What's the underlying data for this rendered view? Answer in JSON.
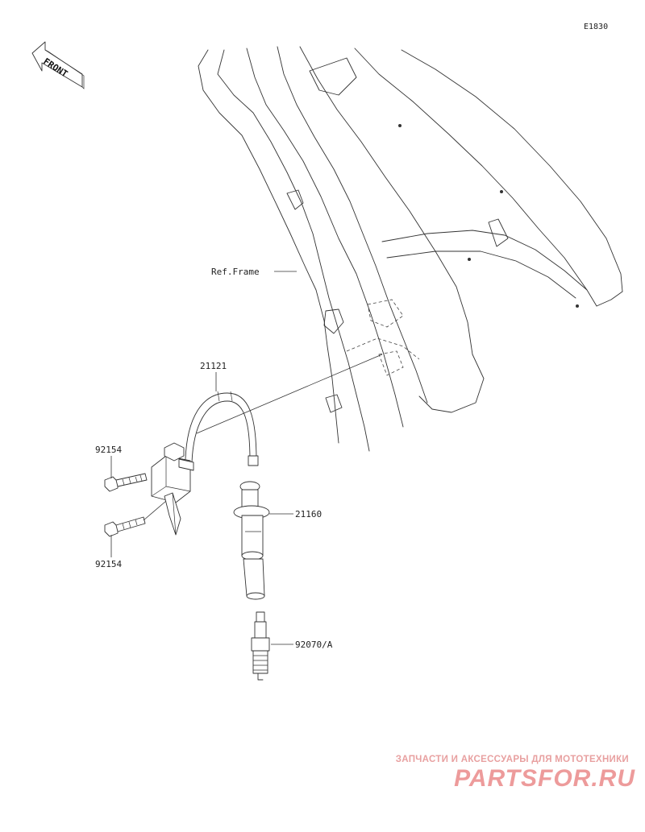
{
  "diagram_code": "E1830",
  "front_label": "FRONT",
  "ref_frame_label": "Ref.Frame",
  "parts": {
    "ignition_coil_harness": "21121",
    "spark_plug_cap": "21160",
    "bolt_upper": "92154",
    "bolt_lower": "92154",
    "spark_plug": "92070/A"
  },
  "watermark": {
    "tagline": "ЗАПЧАСТИ И АКСЕССУАРЫ ДЛЯ МОТОТЕХНИКИ",
    "logo": "PARTSFOR.RU"
  },
  "colors": {
    "line": "#333333",
    "watermark": "#e87a7a"
  }
}
